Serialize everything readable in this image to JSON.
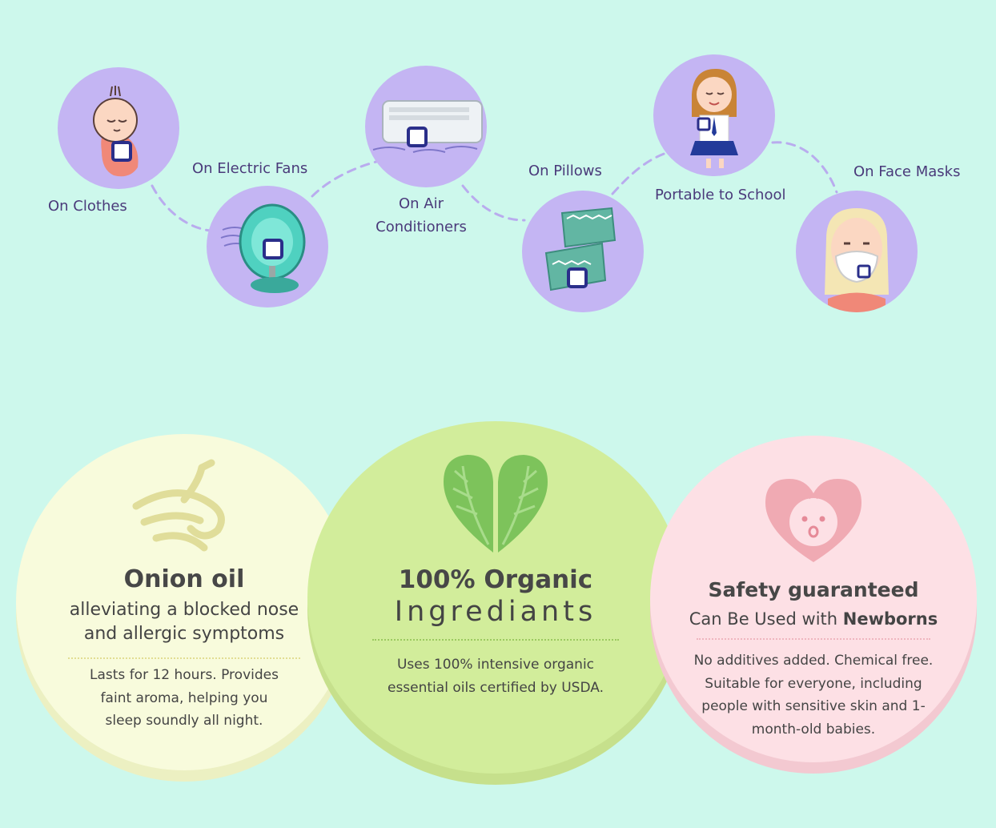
{
  "usage": {
    "items": [
      {
        "label": "On Clothes",
        "icon": "baby-swaddle-icon"
      },
      {
        "label": "On Electric Fans",
        "icon": "electric-fan-icon"
      },
      {
        "label": "On Air Conditioners",
        "icon": "air-conditioner-icon"
      },
      {
        "label": "On Pillows",
        "icon": "pillows-icon"
      },
      {
        "label": "Portable to School",
        "icon": "schoolgirl-icon"
      },
      {
        "label": "On Face Masks",
        "icon": "face-mask-icon"
      }
    ],
    "ac_label_line1": "On Air",
    "ac_label_line2": "Conditioners"
  },
  "features": {
    "onion": {
      "icon": "aroma-wind-icon",
      "title": "Onion oil",
      "subtitle_line1": "alleviating a blocked nose",
      "subtitle_line2": "and allergic symptoms",
      "body_line1": "Lasts for 12 hours. Provides",
      "body_line2": "faint aroma, helping you",
      "body_line3": "sleep soundly all night."
    },
    "organic": {
      "icon": "leaf-heart-icon",
      "title_line1": "100% Organic",
      "title_line2": "Ingrediants",
      "body_line1": "Uses 100% intensive organic",
      "body_line2": "essential oils certified by USDA."
    },
    "safety": {
      "icon": "baby-heart-icon",
      "title": "Safety guaranteed",
      "subtitle_prefix": "Can Be Used with ",
      "subtitle_bold": "Newborns",
      "body_line1": "No additives added. Chemical free.",
      "body_line2": "Suitable for everyone, including",
      "body_line3": "people with sensitive skin and 1-",
      "body_line4": "month-old babies."
    }
  },
  "colors": {
    "background": "#cdf8ec",
    "usage_circle": "#c4b5f3",
    "onion_circle": "#f8fbdc",
    "organic_circle": "#d2ed9b",
    "safety_circle": "#fde0e5",
    "label_text": "#4a3a7a"
  }
}
